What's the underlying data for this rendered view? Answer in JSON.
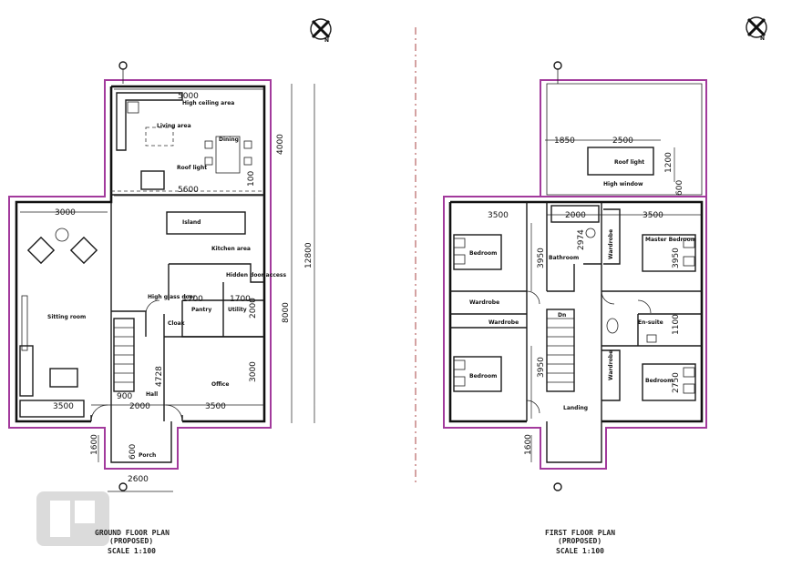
{
  "ground_floor": {
    "title": "GROUND FLOOR PLAN",
    "subtitle": "(PROPOSED)",
    "scale": "SCALE 1:100",
    "rooms": {
      "living_area": "Living area",
      "high_ceiling": "High ceiling area",
      "dining": "Dining",
      "roof_light": "Roof light",
      "island": "Island",
      "kitchen": "Kitchen area",
      "sitting_room": "Sitting room",
      "hidden_access": "Hidden door access",
      "pantry": "Pantry",
      "utility": "Utility",
      "high_glass_door": "High glass door",
      "cloak": "Cloak",
      "office": "Office",
      "hall": "Hall",
      "porch": "Porch"
    },
    "dims": {
      "d5000": "5000",
      "d5600": "5600",
      "d4000": "4000",
      "d12800": "12800",
      "d8000": "8000",
      "d3000": "3000",
      "d1700a": "1700",
      "d1700b": "1700",
      "d2000v": "2000",
      "d3000v": "3000",
      "d4728": "4728",
      "d3500": "3500",
      "d900": "900",
      "d2000": "2000",
      "d3500b": "3500",
      "d1600": "1600",
      "d600": "600",
      "d2600": "2600",
      "d100": "100"
    }
  },
  "first_floor": {
    "title": "FIRST FLOOR PLAN",
    "subtitle": "(PROPOSED)",
    "scale": "SCALE 1:100",
    "rooms": {
      "roof_light": "Roof light",
      "high_window": "High window",
      "bedroom_a": "Bedroom",
      "bathroom": "Bathroom",
      "wardrobe_v": "Wardrobe",
      "master_bedroom": "Master Bedroom",
      "wardrobe_a": "Wardrobe",
      "wardrobe_b": "Wardrobe",
      "dn": "Dn",
      "en_suite": "En-suite",
      "bedroom_b": "Bedroom",
      "wardrobe_c": "Wardrobe",
      "bedroom_c": "Bedroom",
      "landing": "Landing"
    },
    "dims": {
      "d1850": "1850",
      "d2500": "2500",
      "d1200": "1200",
      "d600": "600",
      "d3500a": "3500",
      "d2000": "2000",
      "d3500b": "3500",
      "d3950a": "3950",
      "d2974": "2974",
      "d3950b": "3950",
      "d1100": "1100",
      "d3950c": "3950",
      "d2750": "2750",
      "d1600": "1600"
    }
  },
  "north_icon": "north-arrow-icon",
  "colors": {
    "outline": "#a23a9c",
    "walls": "#1a1a1a"
  }
}
